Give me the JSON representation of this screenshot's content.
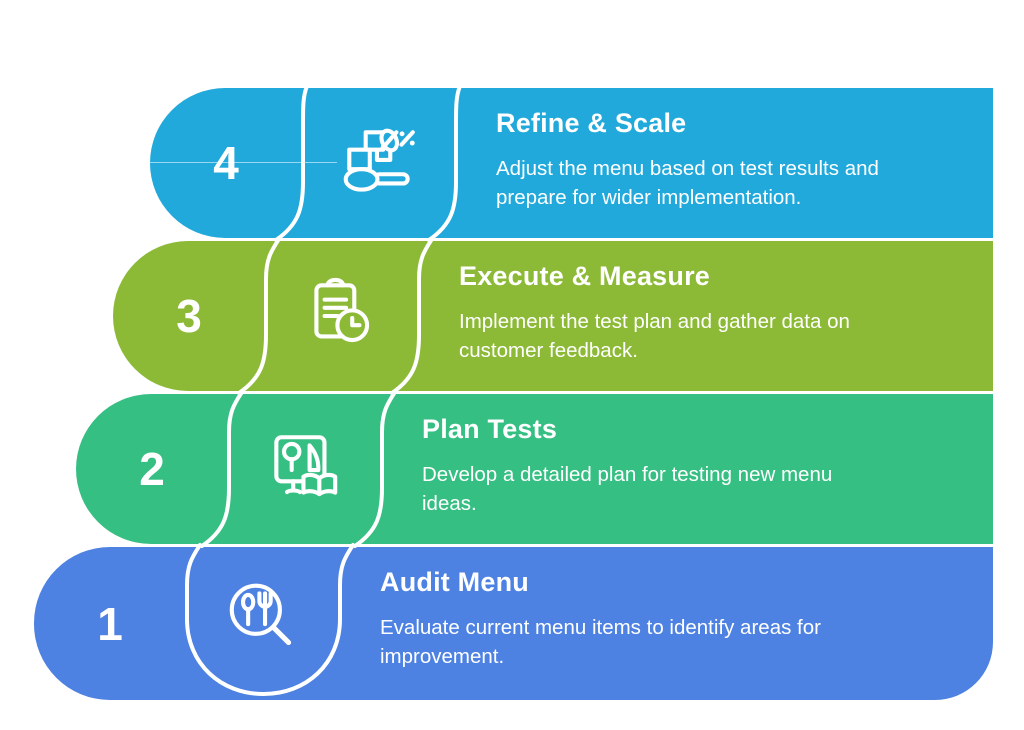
{
  "page": {
    "background": "#ffffff",
    "title": "Menu testing process infographic"
  },
  "steps": [
    {
      "number": "4",
      "title": "Refine & Scale",
      "desc_lines": [
        "Adjust the menu based on test results and",
        "prepare for wider implementation."
      ],
      "color": "#21A9DB",
      "icon": "measure-scale-icon"
    },
    {
      "number": "3",
      "title": "Execute & Measure",
      "desc_lines": [
        "Implement the test plan and gather data on",
        "customer feedback."
      ],
      "color": "#8CBA36",
      "icon": "clipboard-clock-icon"
    },
    {
      "number": "2",
      "title": "Plan Tests",
      "desc_lines": [
        "Develop a detailed plan for testing new menu",
        "ideas."
      ],
      "color": "#36BF83",
      "icon": "menu-planning-icon"
    },
    {
      "number": "1",
      "title": "Audit Menu",
      "desc_lines": [
        "Evaluate current menu items to identify areas for",
        "improvement."
      ],
      "color": "#4D81E2",
      "icon": "menu-audit-search-icon"
    }
  ]
}
